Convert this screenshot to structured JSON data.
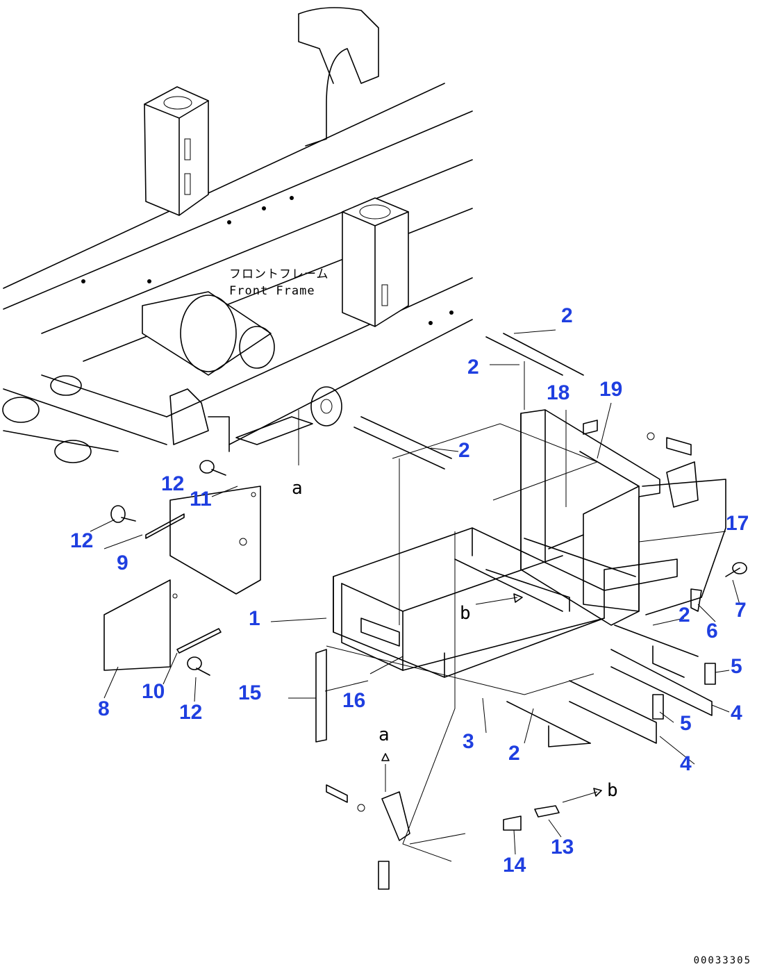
{
  "frame_label": {
    "jp": "フロントフレーム",
    "en": "Front Frame"
  },
  "view_markers": [
    "a",
    "a",
    "b",
    "b"
  ],
  "doc_code": "00033305",
  "callouts": [
    "1",
    "2",
    "2",
    "2",
    "2",
    "2",
    "2",
    "3",
    "4",
    "4",
    "5",
    "5",
    "6",
    "7",
    "8",
    "9",
    "10",
    "11",
    "12",
    "12",
    "12",
    "12",
    "13",
    "14",
    "15",
    "16",
    "17",
    "18",
    "19"
  ]
}
